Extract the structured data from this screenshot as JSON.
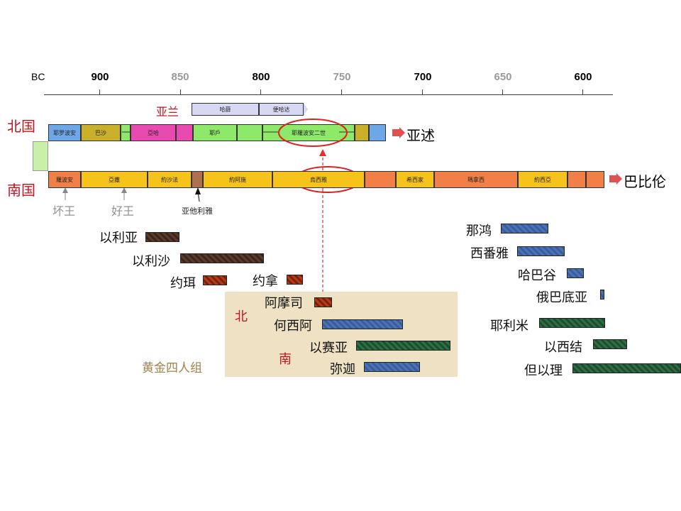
{
  "axis": {
    "era": "BC",
    "ticks": [
      {
        "label": "900",
        "dim": false
      },
      {
        "label": "850",
        "dim": true
      },
      {
        "label": "800",
        "dim": false
      },
      {
        "label": "750",
        "dim": true
      },
      {
        "label": "700",
        "dim": false
      },
      {
        "label": "650",
        "dim": true
      },
      {
        "label": "600",
        "dim": false
      }
    ]
  },
  "aram": {
    "label": "亚兰",
    "segments": [
      "哈薛",
      "便哈达"
    ]
  },
  "north": {
    "label": "北国",
    "segments": [
      "耶罗波安",
      "巴沙",
      "亞哈",
      "耶戶",
      "耶羅波安二世"
    ],
    "fate": "亚述"
  },
  "south": {
    "label": "南国",
    "segments": [
      "羅波安",
      "亞撒",
      "約沙法",
      "約阿施",
      "烏西雅",
      "希西家",
      "瑪拿西",
      "約西亞"
    ],
    "fate": "巴比伦"
  },
  "notes": {
    "bad_king": "坏王",
    "good_king": "好王",
    "athaliah": "亚他利雅"
  },
  "prophets_left": [
    "以利亚",
    "以利沙",
    "约珥",
    "约拿"
  ],
  "golden_four": {
    "title": "黄金四人组",
    "north_label": "北",
    "south_label": "南",
    "north": [
      "阿摩司",
      "何西阿"
    ],
    "south": [
      "以赛亚",
      "弥迦"
    ]
  },
  "prophets_right": [
    "那鸿",
    "西番雅",
    "哈巴谷",
    "俄巴底亚",
    "耶利米",
    "以西结",
    "但以理"
  ],
  "colors": {
    "accent_red": "#cc2222",
    "north_red_label": "#c0141e",
    "golden_box": "#efe2c4",
    "golden_text": "#a0824a"
  }
}
